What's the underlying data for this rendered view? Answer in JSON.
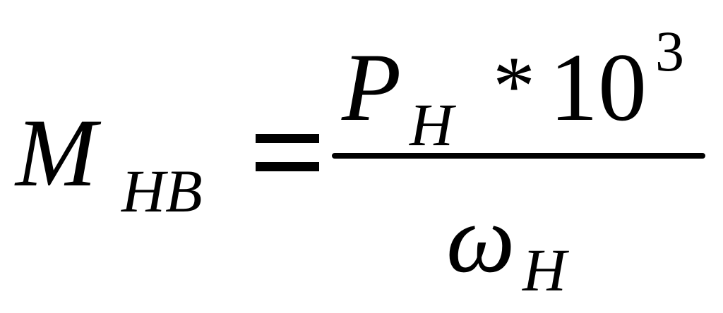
{
  "formula": {
    "lhs": {
      "symbol": "M",
      "subscript": "HB"
    },
    "operator": "=",
    "numerator": {
      "symbol": "P",
      "subscript": "H",
      "multiply": "*",
      "base": "10",
      "exponent": "3"
    },
    "denominator": {
      "symbol": "ω",
      "subscript": "H"
    }
  }
}
